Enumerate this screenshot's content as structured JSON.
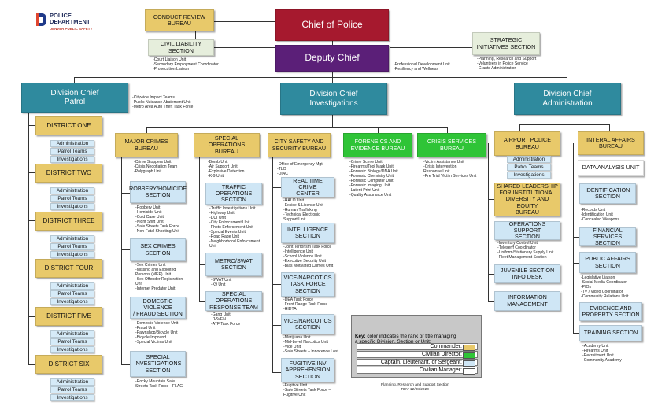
{
  "org": {
    "name": "POLICE\nDEPARTMENT",
    "sub": "DENVER PUBLIC SAFETY"
  },
  "colors": {
    "commander": "#e8c96a",
    "civilian_director": "#2fc437",
    "captain_lieutenant_sergeant": "#cfe6f5",
    "civilian_manager": "#ffffff",
    "chief": "#a6192e",
    "deputy": "#5b1f78",
    "division": "#2f8a9e"
  },
  "top": {
    "chief": "Chief of Police",
    "deputy": "Deputy Chief",
    "conduct_review": "CONDUCT REVIEW\nBUREAU",
    "civil_liability": "CIVIL LIABILITY SECTION",
    "civil_liability_list": "-Court Liaison Unit\n-Secondary Employment Coordinator\n-Prosecution Liaison",
    "strategic": "STRATEGIC\nINITIATIVES SECTION",
    "strategic_list": "-Planning, Research and Support\n-Volunteers in Police Service\n-Grants Administration",
    "deputy_list": "-Professional Development Unit\n-Resiliency and Wellness"
  },
  "patrol": {
    "title": "Division Chief\nPatrol",
    "list": "-Citywide Impact Teams\n-Public Nuisance Abatement Unit\n-Metro Area Auto Theft Task Force",
    "districts": [
      "DISTRICT ONE",
      "DISTRICT TWO",
      "DISTRICT THREE",
      "DISTRICT FOUR",
      "DISTRICT FIVE",
      "DISTRICT SIX"
    ],
    "district_units": [
      "Administration",
      "Patrol Teams",
      "Investigations"
    ]
  },
  "investigations": {
    "title": "Division Chief\nInvestigations",
    "major_crimes": "MAJOR CRIMES\nBUREAU",
    "major_crimes_list": "-Crime Stoppers Unit\n-Crisis Negotiation Team\n-Polygraph Unit",
    "robbery": "ROBBERY/HOMICIDE\nSECTION",
    "robbery_list": "-Robbery Unit\n-Homicide Unit\n-Cold Case Unit\n-Night Shift Unit\n-Safe Streets Task Force\n-Non-Fatal Shooting Unit",
    "sex_crimes": "SEX CRIMES\nSECTION",
    "sex_crimes_list": "-Sex Crimes Unit\n-Missing and Exploited\n   Persons (MEP) Unit\n-Sex Offender Registration\n   Unit\n-Internet Predator Unit",
    "domestic": "DOMESTIC VIOLENCE\n/ FRAUD SECTION",
    "domestic_list": "-Domestic Violence Unit\n-Fraud Unit\n-Pawnshop/Bicycle Unit\n-Bicycle Impound\n-Special Victims Unit",
    "special_inv": "SPECIAL\nINVESTIGATIONS\nSECTION",
    "special_inv_list": "-Rocky Mountain Safe\n   Streets Task Force - FLAG",
    "special_ops": "SPECIAL OPERATIONS\nBUREAU",
    "special_ops_list": "-Bomb Unit\n-Air Support Unit\n-Explosive Detection\n-K-9 Unit",
    "traffic": "TRAFFIC OPERATIONS\nSECTION",
    "traffic_list": "-Traffic Investigations Unit\n-Highway Unit\n-DUI Unit\n-City Enforcement Unit\n-Photo Enforcement Unit\n-Special Events Unit\n-Road Rage Unit\n-Neighborhood Enforcement\n   Unit",
    "swat": "METRO/SWAT\nSECTION",
    "swat_list": "-SWAT Unit\n-K9 Unit",
    "response": "SPECIAL OPERATIONS\nRESPONSE TEAM",
    "response_list": "-Gang Unit\n-RAVEN\n-ATF Task Force",
    "city_safety": "CITY SAFETY AND\nSECURITY BUREAU",
    "city_safety_list": "-Office of Emergency Mgt\n-TLO\n-DIAC",
    "rtcc": "REAL TIME CRIME\nCENTER",
    "rtcc_list": "-HALO Unit\n-Excise & License Unit\n-Human Trafficking\n-Technical Electronic\n   Support Unit",
    "intel": "INTELLIGENCE\nSECTION",
    "intel_list": "-Joint Terrorism Task Force\n-Intelligence Unit\n-School Violence Unit\n-Executive Security Unit\n-Bias Motivated Crimes Unit",
    "vice1": "VICE/NARCOTICS\nTASK FORCE\nSECTION",
    "vice1_list": "-DEA Task Force\n-Front Range Task Force\n-HIDTA",
    "vice2": "VICE/NARCOTICS\nSECTION",
    "vice2_list": "-Marijuana Unit\n-Mid-Level Narcotics Unit\n-Vice Unit\n-Safe Streets – Innocence Lost",
    "fugitive": "FUGITIVE INV\nAPPREHENSION\nSECTION",
    "fugitive_list": "-Fugitive Unit\n-Safe Streets Task Force –\n   Fugitive Unit",
    "forensics": "FORENSICS AND\nEVIDENCE BUREAU",
    "forensics_list": "-Crime Scene Unit\n-Firearms/Tool Mark Unit\n-Forensic Biology/DNA Unit\n-Forensic Chemistry Unit\n-Forensic Computer Unit\n-Forensic Imaging Unit\n-Latent Print Unit\n-Quality Assurance Unit",
    "crisis": "CRISIS SERVICES\nBUREAU",
    "crisis_list": "-Victim Assistance Unit\n-Crisis Intervention\n   Response Unit\n-Pre Trial Victim Services Unit"
  },
  "administration": {
    "title": "Division Chief\nAdministration",
    "airport": "AIRPORT POLICE\nBUREAU",
    "airport_units": [
      "Administration",
      "Patrol Teams",
      "Investigations"
    ],
    "internal_affairs": "INTERAL AFFAIRS\nBUREAU",
    "shared": "SHARED LEADERSHIP\nFOR INSTITUTIONAL\nDIVERSITY AND EQUITY\nBUREAU",
    "ops_support": "OPERATIONS SUPPORT\nSECTION",
    "ops_support_list": "-Inventory Control Unit\n-Teleserff Coordinator\n-Uniform/Stationery Supply Unit\n-Fleet Management Section",
    "juvenile": "JUVENILE SECTION\nINFO DESK",
    "info_mgmt": "INFORMATION\nMANAGEMENT",
    "data_analysis": "DATA ANALYSIS UNIT",
    "identification": "IDENTIFICATION\nSECTION",
    "identification_list": "-Records Unit\n-Identification Unit\n            -Concealed Weapons",
    "financial": "FINANCIAL SERVICES\nSECTION",
    "public_affairs": "PUBLIC AFFAIRS\nSECTION",
    "public_affairs_list": "-Legislative Liaison\n-Social Media Coordinator\n-PIOs\n-TV / Video Coordinator\n-Community Relations Unit",
    "evidence": "EVIDENCE AND\nPROPERTY SECTION",
    "training": "TRAINING SECTION",
    "training_list": "-Academy Unit\n-Firearms Unit\n-Recruitment Unit\n-Community Academy"
  },
  "key": {
    "title_bold": "Key:",
    "title_rest": " color indicates the rank or title managing\na specific Division, Section or Unit:",
    "rows": [
      "Commander:",
      "Civilian Director:",
      "Captain, Lieutenant, or Sergeant:",
      "Civilian Manager:"
    ]
  },
  "footer": "Planning, Research and Support Section\nREV 12/08/2020"
}
